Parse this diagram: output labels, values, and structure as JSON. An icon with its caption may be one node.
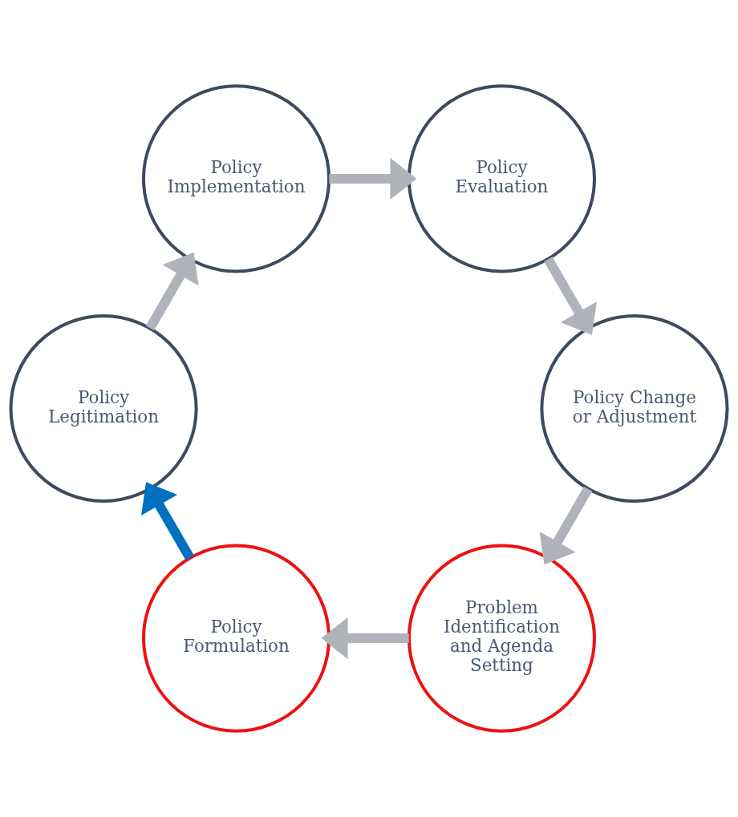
{
  "diagram": {
    "nodes": [
      {
        "text": [
          "Problem Identification and Agenda Setting"
        ]
      },
      {
        "text": [
          "Policy Formulation"
        ]
      },
      {
        "text": [
          "Policy Legitimation"
        ]
      },
      {
        "text": [
          "Policy Implementation"
        ]
      },
      {
        "text": [
          "Policy Evaluation"
        ]
      },
      {
        "text": [
          "Policy Change or Adjustment"
        ]
      }
    ],
    "edges": [
      {
        "from": 0,
        "to": 1,
        "arrow": "to"
      },
      {
        "from": 1,
        "to": 2,
        "arrow": "to",
        "color": "#0070c0"
      },
      {
        "from": 2,
        "to": 3,
        "arrow": "to"
      },
      {
        "from": 3,
        "to": 4,
        "arrow": "to"
      },
      {
        "from": 4,
        "to": 5,
        "arrow": "to"
      },
      {
        "from": 5,
        "to": 0,
        "arrow": "to"
      }
    ]
  }
}
